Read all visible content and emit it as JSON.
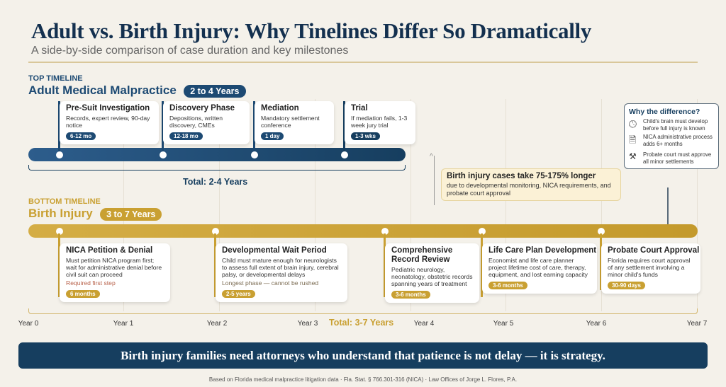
{
  "header": {
    "title": "Adult vs. Birth Injury: Why Tinelines Differ So Dramatically",
    "subtitle": "A side-by-side comparison of case duration and key milestones"
  },
  "colors": {
    "navy": "#1d4a73",
    "gold": "#c9a032",
    "dark_banner": "#163e5f",
    "background": "#f4f1ea"
  },
  "top": {
    "section": "TOP TIMELINE",
    "heading": "Adult Medical Malpractice",
    "range": "2 to 4 Years",
    "total": "Total: 2-4 Years",
    "milestones": [
      {
        "title": "Pre-Suit Investigation",
        "desc": "Records, expert review, 90-day notice",
        "duration": "6-12 mo"
      },
      {
        "title": "Discovery Phase",
        "desc": "Depositions, written discovery, CMEs",
        "duration": "12-18 mo"
      },
      {
        "title": "Mediation",
        "desc": "Mandatory settlement conference",
        "duration": "1 day"
      },
      {
        "title": "Trial",
        "desc": "If mediation fails, 1-3 week jury trial",
        "duration": "1-3 wks"
      }
    ]
  },
  "bottom": {
    "section": "BOTTOM TIMELINE",
    "heading": "Birth Injury",
    "range": "3 to 7 Years",
    "total": "Total: 3-7 Years",
    "milestones": [
      {
        "title": "NICA Petition & Denial",
        "desc": "Must petition NICA program first; wait for administrative denial before civil suit can proceed",
        "note": "Required first step",
        "duration": "6 months"
      },
      {
        "title": "Developmental Wait Period",
        "desc": "Child must mature enough for neurologists to assess full extent of brain injury, cerebral palsy, or developmental delays",
        "note": "Longest phase — cannot be rushed",
        "duration": "2-5 years"
      },
      {
        "title": "Comprehensive Record Review",
        "desc": "Pediatric neurology, neonatology, obstetric records spanning years of treatment",
        "duration": "3-6 months"
      },
      {
        "title": "Life Care Plan Development",
        "desc": "Economist and life care planner project lifetime cost of care, therapy, equipment, and lost earning capacity",
        "duration": "3-6 months"
      },
      {
        "title": "Probate Court Approval",
        "desc": "Florida requires court approval of any settlement involving a minor child's funds",
        "duration": "30-90 days"
      }
    ]
  },
  "callout": {
    "headline": "Birth injury cases take 75-175% longer",
    "body": "due to developmental monitoring, NICA requirements, and probate court approval"
  },
  "why": {
    "title": "Why the difference?",
    "items": [
      {
        "icon": "clock-icon",
        "text": "Child's brain must develop before full injury is known"
      },
      {
        "icon": "document-icon",
        "text": "NICA administrative process adds 6+ months"
      },
      {
        "icon": "gavel-icon",
        "text": "Probate court must approve all minor settlements"
      }
    ]
  },
  "years": [
    "Year 0",
    "Year 1",
    "Year 2",
    "Year 3",
    "Year 4",
    "Year 5",
    "Year 6",
    "Year 7"
  ],
  "banner": "Birth injury families need attorneys who understand that patience is not delay — it is strategy.",
  "footer": "Based on Florida medical malpractice litigation data · Fla. Stat. § 766.301-316 (NICA) · Law Offices of Jorge L. Flores, P.A."
}
